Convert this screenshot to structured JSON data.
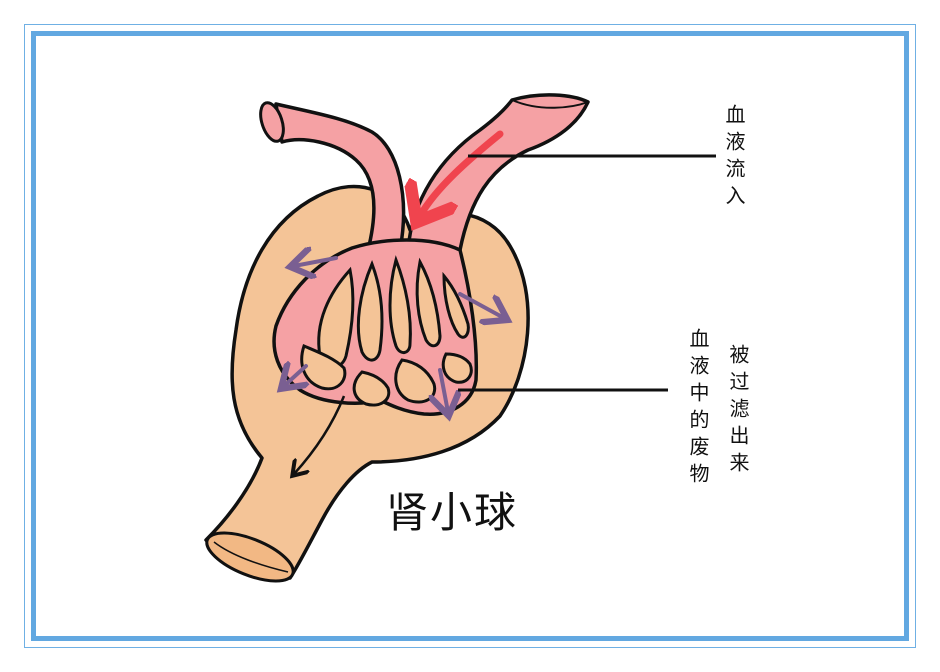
{
  "labels": {
    "blood_inflow": "血液流入",
    "blood_waste": "血液中的废物",
    "filtered_out": "被过滤出来",
    "title": "肾小球"
  },
  "colors": {
    "frame": "#62a8e1",
    "capsule": "#f4c497",
    "vessel": "#f5a1a4",
    "inflow_arrow": "#f0444e",
    "filter_arrow": "#7a5f92",
    "outline": "#111111"
  }
}
